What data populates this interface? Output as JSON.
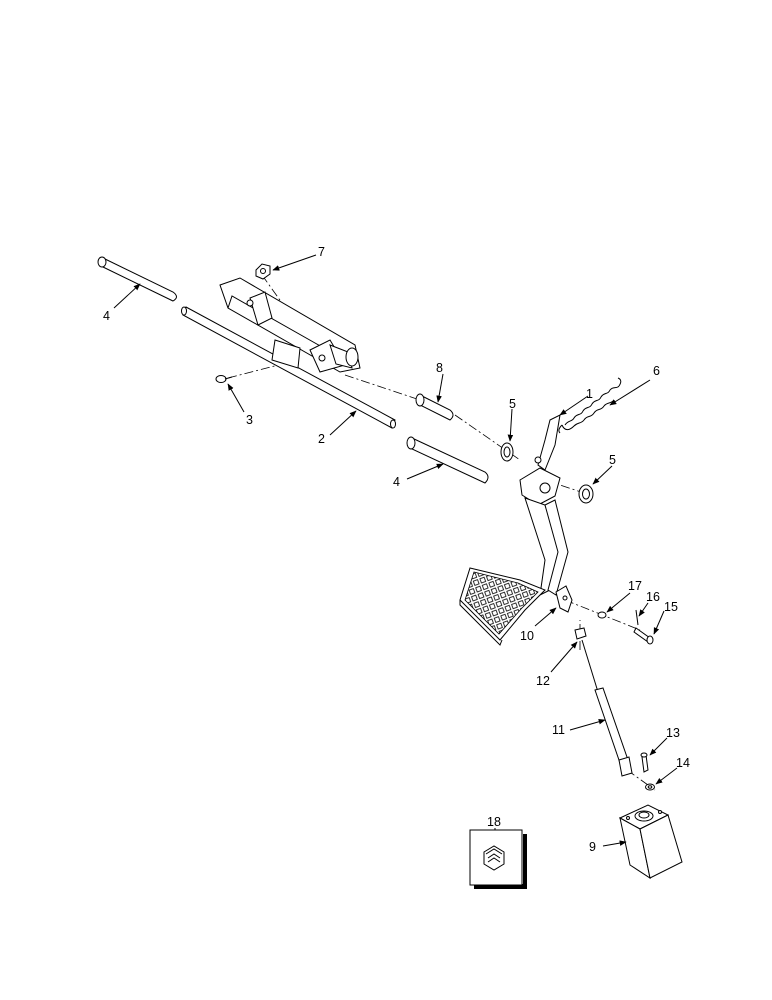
{
  "diagram": {
    "callouts": {
      "c1": "1",
      "c2": "2",
      "c3": "3",
      "c4a": "4",
      "c4b": "4",
      "c5a": "5",
      "c5b": "5",
      "c6": "6",
      "c7": "7",
      "c8": "8",
      "c9": "9",
      "c10": "10",
      "c11": "11",
      "c12": "12",
      "c13": "13",
      "c14": "14",
      "c15": "15",
      "c16": "16",
      "c17": "17",
      "c18": "18"
    }
  }
}
